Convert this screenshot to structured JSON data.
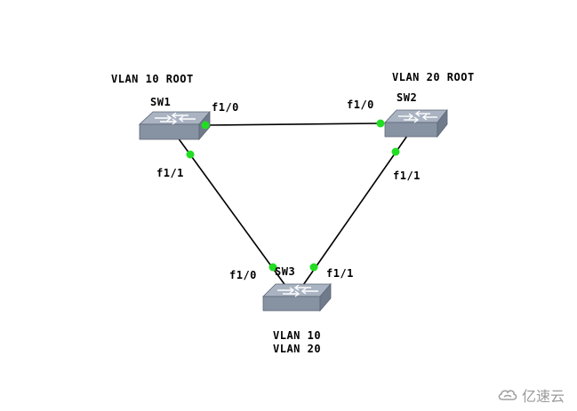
{
  "switches": {
    "sw1": {
      "name": "SW1",
      "role": "VLAN 10 ROOT"
    },
    "sw2": {
      "name": "SW2",
      "role": "VLAN 20 ROOT"
    },
    "sw3": {
      "name": "SW3",
      "vlans": [
        "VLAN 10",
        "VLAN 20"
      ]
    }
  },
  "links": [
    {
      "a": "SW1",
      "a_port": "f1/0",
      "b": "SW2",
      "b_port": "f1/0"
    },
    {
      "a": "SW1",
      "a_port": "f1/1",
      "b": "SW3",
      "b_port": "f1/0"
    },
    {
      "a": "SW2",
      "a_port": "f1/1",
      "b": "SW3",
      "b_port": "f1/1"
    }
  ],
  "ports": {
    "sw1_f10": "f1/0",
    "sw1_f11": "f1/1",
    "sw2_f10": "f1/0",
    "sw2_f11": "f1/1",
    "sw3_f10": "f1/0",
    "sw3_f11": "f1/1"
  },
  "colors": {
    "link": "#000000",
    "port_up": "#22dd22",
    "switch_top": "#a9b3c2",
    "switch_front": "#8792a3",
    "switch_side": "#6f7a8b"
  },
  "watermark": {
    "icon": "cloud-logo-icon",
    "text": "亿速云"
  }
}
